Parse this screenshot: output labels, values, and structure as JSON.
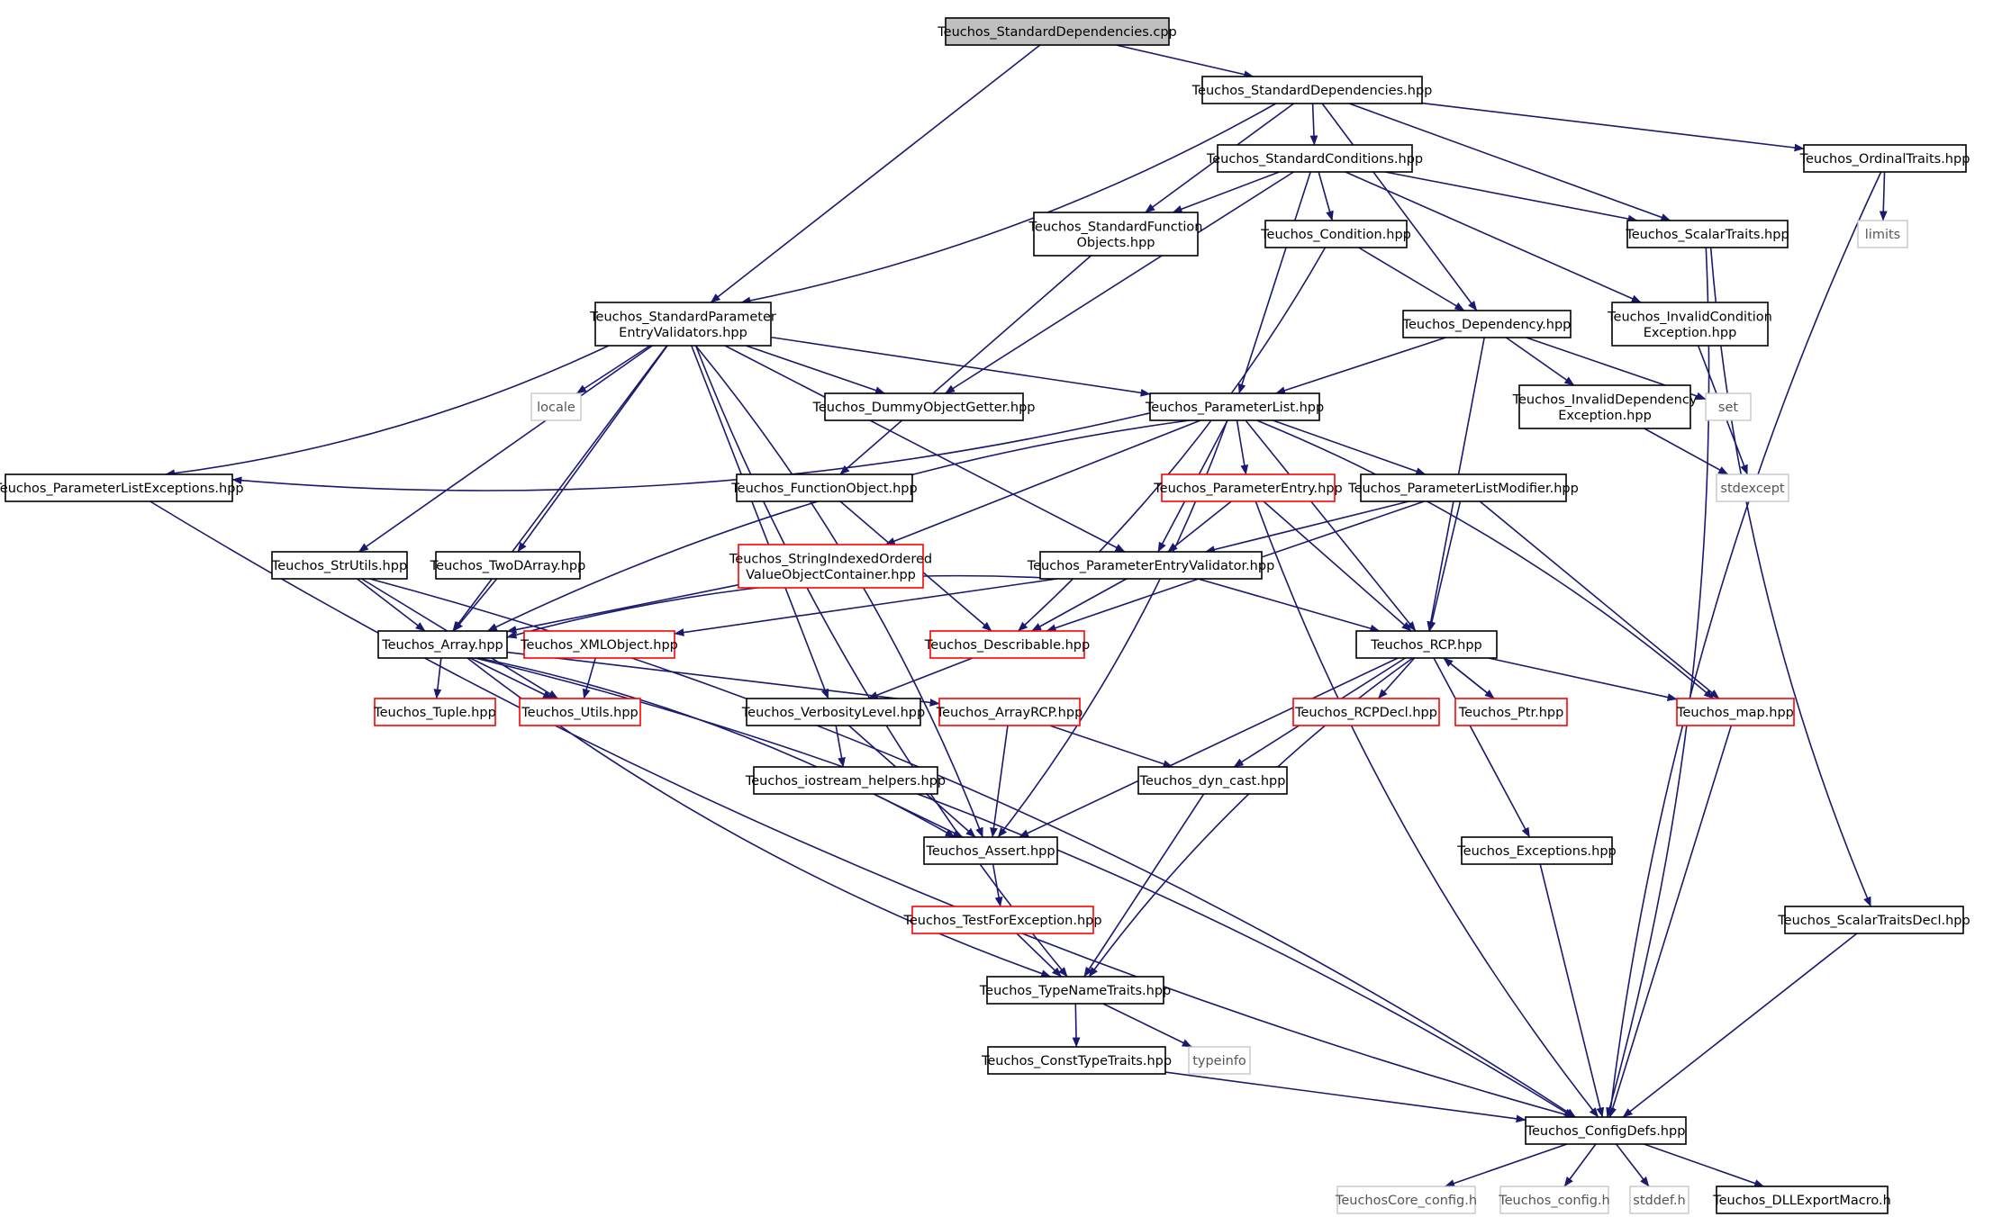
{
  "diagram": {
    "nodes": [
      {
        "id": "root",
        "lines": [
          "Teuchos_StandardDependencies.cpp"
        ],
        "kind": "root"
      },
      {
        "id": "stddep",
        "lines": [
          "Teuchos_StandardDependencies.hpp"
        ],
        "kind": "normal"
      },
      {
        "id": "stdcond",
        "lines": [
          "Teuchos_StandardConditions.hpp"
        ],
        "kind": "normal"
      },
      {
        "id": "ordtraits",
        "lines": [
          "Teuchos_OrdinalTraits.hpp"
        ],
        "kind": "normal"
      },
      {
        "id": "limits",
        "lines": [
          "limits"
        ],
        "kind": "ext"
      },
      {
        "id": "stdfunc",
        "lines": [
          "Teuchos_StandardFunction",
          "Objects.hpp"
        ],
        "kind": "normal"
      },
      {
        "id": "condition",
        "lines": [
          "Teuchos_Condition.hpp"
        ],
        "kind": "normal"
      },
      {
        "id": "scalartraits",
        "lines": [
          "Teuchos_ScalarTraits.hpp"
        ],
        "kind": "normal"
      },
      {
        "id": "spev",
        "lines": [
          "Teuchos_StandardParameter",
          "EntryValidators.hpp"
        ],
        "kind": "normal"
      },
      {
        "id": "dependency",
        "lines": [
          "Teuchos_Dependency.hpp"
        ],
        "kind": "normal"
      },
      {
        "id": "invcondexc",
        "lines": [
          "Teuchos_InvalidCondition",
          "Exception.hpp"
        ],
        "kind": "normal"
      },
      {
        "id": "locale",
        "lines": [
          "locale"
        ],
        "kind": "ext"
      },
      {
        "id": "dummy",
        "lines": [
          "Teuchos_DummyObjectGetter.hpp"
        ],
        "kind": "normal"
      },
      {
        "id": "plist",
        "lines": [
          "Teuchos_ParameterList.hpp"
        ],
        "kind": "normal"
      },
      {
        "id": "invdepexc",
        "lines": [
          "Teuchos_InvalidDependency",
          "Exception.hpp"
        ],
        "kind": "normal"
      },
      {
        "id": "set",
        "lines": [
          "set"
        ],
        "kind": "ext"
      },
      {
        "id": "plexc",
        "lines": [
          "Teuchos_ParameterListExceptions.hpp"
        ],
        "kind": "normal"
      },
      {
        "id": "funcobj",
        "lines": [
          "Teuchos_FunctionObject.hpp"
        ],
        "kind": "normal"
      },
      {
        "id": "pentry",
        "lines": [
          "Teuchos_ParameterEntry.hpp"
        ],
        "kind": "red"
      },
      {
        "id": "plmod",
        "lines": [
          "Teuchos_ParameterListModifier.hpp"
        ],
        "kind": "normal"
      },
      {
        "id": "stdexcept",
        "lines": [
          "stdexcept"
        ],
        "kind": "ext"
      },
      {
        "id": "strutils",
        "lines": [
          "Teuchos_StrUtils.hpp"
        ],
        "kind": "normal"
      },
      {
        "id": "twod",
        "lines": [
          "Teuchos_TwoDArray.hpp"
        ],
        "kind": "normal"
      },
      {
        "id": "sivoc",
        "lines": [
          "Teuchos_StringIndexedOrdered",
          "ValueObjectContainer.hpp"
        ],
        "kind": "red"
      },
      {
        "id": "pev",
        "lines": [
          "Teuchos_ParameterEntryValidator.hpp"
        ],
        "kind": "normal"
      },
      {
        "id": "array",
        "lines": [
          "Teuchos_Array.hpp"
        ],
        "kind": "normal"
      },
      {
        "id": "xmlobj",
        "lines": [
          "Teuchos_XMLObject.hpp"
        ],
        "kind": "red"
      },
      {
        "id": "describ",
        "lines": [
          "Teuchos_Describable.hpp"
        ],
        "kind": "red"
      },
      {
        "id": "rcp",
        "lines": [
          "Teuchos_RCP.hpp"
        ],
        "kind": "normal"
      },
      {
        "id": "tuple",
        "lines": [
          "Teuchos_Tuple.hpp"
        ],
        "kind": "red"
      },
      {
        "id": "utils",
        "lines": [
          "Teuchos_Utils.hpp"
        ],
        "kind": "red"
      },
      {
        "id": "verb",
        "lines": [
          "Teuchos_VerbosityLevel.hpp"
        ],
        "kind": "normal"
      },
      {
        "id": "arcp",
        "lines": [
          "Teuchos_ArrayRCP.hpp"
        ],
        "kind": "red"
      },
      {
        "id": "rcpdecl",
        "lines": [
          "Teuchos_RCPDecl.hpp"
        ],
        "kind": "red"
      },
      {
        "id": "ptr",
        "lines": [
          "Teuchos_Ptr.hpp"
        ],
        "kind": "red"
      },
      {
        "id": "map",
        "lines": [
          "Teuchos_map.hpp"
        ],
        "kind": "red"
      },
      {
        "id": "iosh",
        "lines": [
          "Teuchos_iostream_helpers.hpp"
        ],
        "kind": "normal"
      },
      {
        "id": "dyncast",
        "lines": [
          "Teuchos_dyn_cast.hpp"
        ],
        "kind": "normal"
      },
      {
        "id": "assert",
        "lines": [
          "Teuchos_Assert.hpp"
        ],
        "kind": "normal"
      },
      {
        "id": "excs",
        "lines": [
          "Teuchos_Exceptions.hpp"
        ],
        "kind": "normal"
      },
      {
        "id": "tfe",
        "lines": [
          "Teuchos_TestForException.hpp"
        ],
        "kind": "red"
      },
      {
        "id": "stdecl",
        "lines": [
          "Teuchos_ScalarTraitsDecl.hpp"
        ],
        "kind": "normal"
      },
      {
        "id": "tnt",
        "lines": [
          "Teuchos_TypeNameTraits.hpp"
        ],
        "kind": "normal"
      },
      {
        "id": "ctt",
        "lines": [
          "Teuchos_ConstTypeTraits.hpp"
        ],
        "kind": "normal"
      },
      {
        "id": "typeinfo",
        "lines": [
          "typeinfo"
        ],
        "kind": "ext"
      },
      {
        "id": "config",
        "lines": [
          "Teuchos_ConfigDefs.hpp"
        ],
        "kind": "normal"
      },
      {
        "id": "tcconfig",
        "lines": [
          "TeuchosCore_config.h"
        ],
        "kind": "ext"
      },
      {
        "id": "tconfig",
        "lines": [
          "Teuchos_config.h"
        ],
        "kind": "ext"
      },
      {
        "id": "stddef",
        "lines": [
          "stddef.h"
        ],
        "kind": "ext"
      },
      {
        "id": "dll",
        "lines": [
          "Teuchos_DLLExportMacro.h"
        ],
        "kind": "normal"
      }
    ],
    "edges": [
      [
        "root",
        "stddep"
      ],
      [
        "root",
        "spev"
      ],
      [
        "stddep",
        "spev"
      ],
      [
        "stddep",
        "stdfunc"
      ],
      [
        "stddep",
        "stdcond"
      ],
      [
        "stddep",
        "dependency"
      ],
      [
        "stddep",
        "scalartraits"
      ],
      [
        "stddep",
        "ordtraits"
      ],
      [
        "ordtraits",
        "limits"
      ],
      [
        "ordtraits",
        "config"
      ],
      [
        "stdcond",
        "stdfunc"
      ],
      [
        "stdcond",
        "condition"
      ],
      [
        "stdcond",
        "scalartraits"
      ],
      [
        "stdcond",
        "invcondexc"
      ],
      [
        "stdcond",
        "dummy"
      ],
      [
        "stdcond",
        "plist"
      ],
      [
        "stdfunc",
        "funcobj"
      ],
      [
        "condition",
        "dependency"
      ],
      [
        "condition",
        "describ"
      ],
      [
        "scalartraits",
        "stdecl"
      ],
      [
        "scalartraits",
        "config"
      ],
      [
        "spev",
        "locale"
      ],
      [
        "spev",
        "dummy"
      ],
      [
        "spev",
        "plist"
      ],
      [
        "spev",
        "plexc"
      ],
      [
        "spev",
        "strutils"
      ],
      [
        "spev",
        "twod"
      ],
      [
        "spev",
        "pev"
      ],
      [
        "spev",
        "array"
      ],
      [
        "spev",
        "verb"
      ],
      [
        "spev",
        "assert"
      ],
      [
        "spev",
        "tnt"
      ],
      [
        "dependency",
        "plist"
      ],
      [
        "dependency",
        "invdepexc"
      ],
      [
        "dependency",
        "set"
      ],
      [
        "dependency",
        "rcp"
      ],
      [
        "invcondexc",
        "stdexcept"
      ],
      [
        "invdepexc",
        "stdexcept"
      ],
      [
        "plist",
        "plexc"
      ],
      [
        "plist",
        "pentry"
      ],
      [
        "plist",
        "plmod"
      ],
      [
        "plist",
        "sivoc"
      ],
      [
        "plist",
        "pev"
      ],
      [
        "plist",
        "array"
      ],
      [
        "plist",
        "assert"
      ],
      [
        "plist",
        "rcp"
      ],
      [
        "plist",
        "map"
      ],
      [
        "plexc",
        "config"
      ],
      [
        "funcobj",
        "describ"
      ],
      [
        "pentry",
        "pev"
      ],
      [
        "pentry",
        "rcp"
      ],
      [
        "pentry",
        "config"
      ],
      [
        "plmod",
        "pev"
      ],
      [
        "plmod",
        "describ"
      ],
      [
        "plmod",
        "rcp"
      ],
      [
        "plmod",
        "map"
      ],
      [
        "strutils",
        "array"
      ],
      [
        "strutils",
        "utils"
      ],
      [
        "strutils",
        "config"
      ],
      [
        "twod",
        "array"
      ],
      [
        "sivoc",
        "array"
      ],
      [
        "pev",
        "array"
      ],
      [
        "pev",
        "xmlobj"
      ],
      [
        "pev",
        "describ"
      ],
      [
        "pev",
        "rcp"
      ],
      [
        "array",
        "tuple"
      ],
      [
        "array",
        "utils"
      ],
      [
        "array",
        "arcp"
      ],
      [
        "array",
        "assert"
      ],
      [
        "array",
        "tnt"
      ],
      [
        "array",
        "config"
      ],
      [
        "xmlobj",
        "utils"
      ],
      [
        "describ",
        "verb"
      ],
      [
        "rcp",
        "rcpdecl"
      ],
      [
        "rcp",
        "ptr"
      ],
      [
        "rcp",
        "map"
      ],
      [
        "rcp",
        "dyncast"
      ],
      [
        "rcp",
        "assert"
      ],
      [
        "rcp",
        "excs"
      ],
      [
        "rcp",
        "tnt"
      ],
      [
        "ptr",
        "rcp"
      ],
      [
        "verb",
        "iosh"
      ],
      [
        "verb",
        "assert"
      ],
      [
        "arcp",
        "assert"
      ],
      [
        "arcp",
        "dyncast"
      ],
      [
        "iosh",
        "assert"
      ],
      [
        "dyncast",
        "tnt"
      ],
      [
        "assert",
        "tfe"
      ],
      [
        "tfe",
        "tnt"
      ],
      [
        "map",
        "config"
      ],
      [
        "excs",
        "config"
      ],
      [
        "stdecl",
        "config"
      ],
      [
        "tnt",
        "ctt"
      ],
      [
        "tnt",
        "typeinfo"
      ],
      [
        "ctt",
        "config"
      ],
      [
        "config",
        "tcconfig"
      ],
      [
        "config",
        "tconfig"
      ],
      [
        "config",
        "stddef"
      ],
      [
        "config",
        "dll"
      ]
    ]
  }
}
